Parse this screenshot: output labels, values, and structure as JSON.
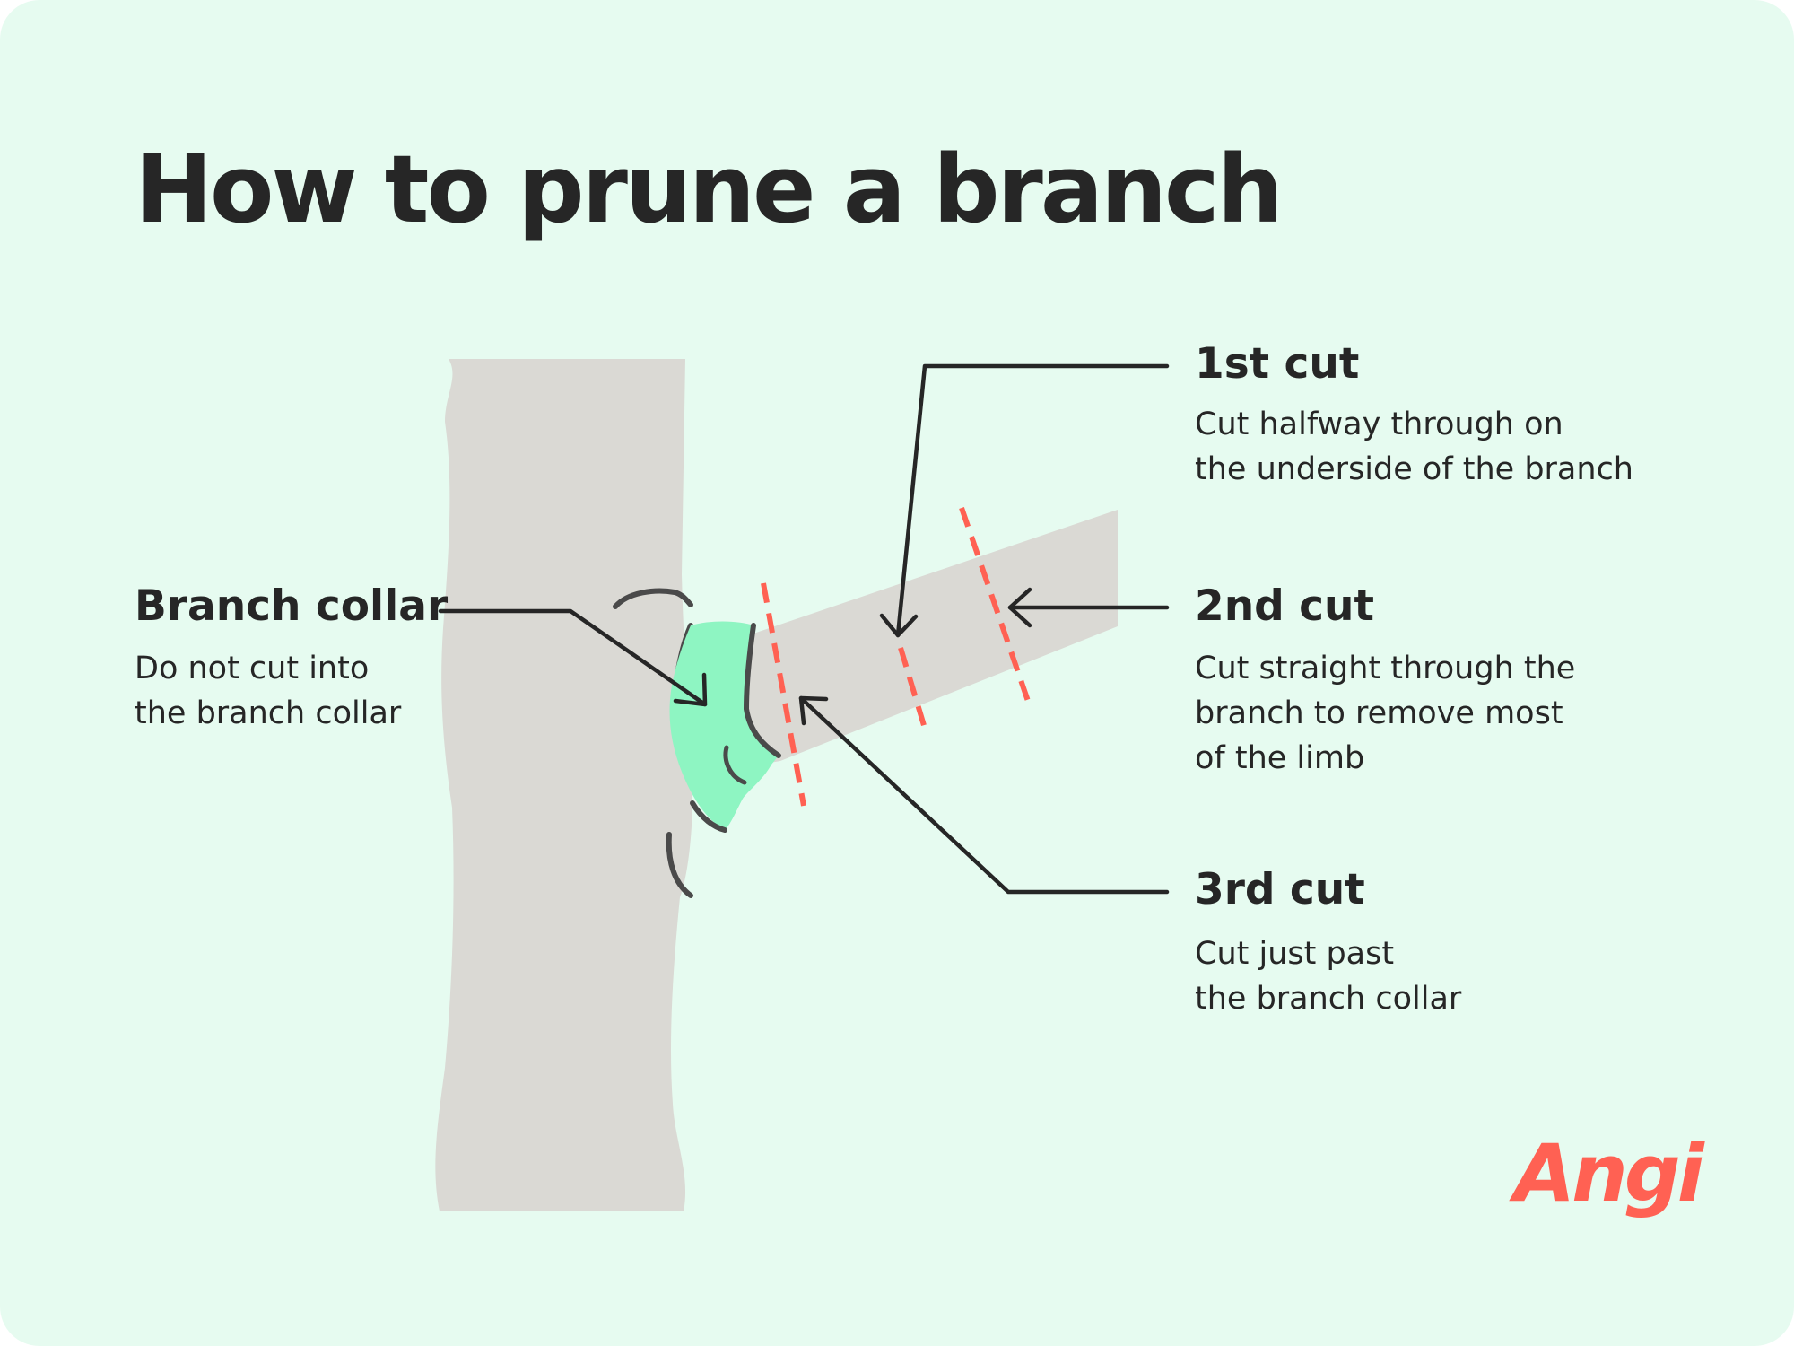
{
  "title": "How to prune a branch",
  "labels": {
    "branch_collar": {
      "heading": "Branch collar",
      "lines": [
        "Do not cut into",
        "the branch collar"
      ]
    },
    "first_cut": {
      "heading": "1st cut",
      "lines": [
        "Cut halfway through on",
        "the underside of the branch"
      ]
    },
    "second_cut": {
      "heading": "2nd cut",
      "lines": [
        "Cut straight through the",
        "branch to remove most",
        "of the limb"
      ]
    },
    "third_cut": {
      "heading": "3rd cut",
      "lines": [
        "Cut just past",
        "the branch collar"
      ]
    }
  },
  "logo": "Angi",
  "colors": {
    "background": "#e6fbf0",
    "bark": "#dad9d4",
    "bark_outline": "#4a4a4a",
    "collar": "#8ef5c2",
    "cut_line": "#ff6153",
    "text": "#262626",
    "brand": "#ff6153"
  }
}
